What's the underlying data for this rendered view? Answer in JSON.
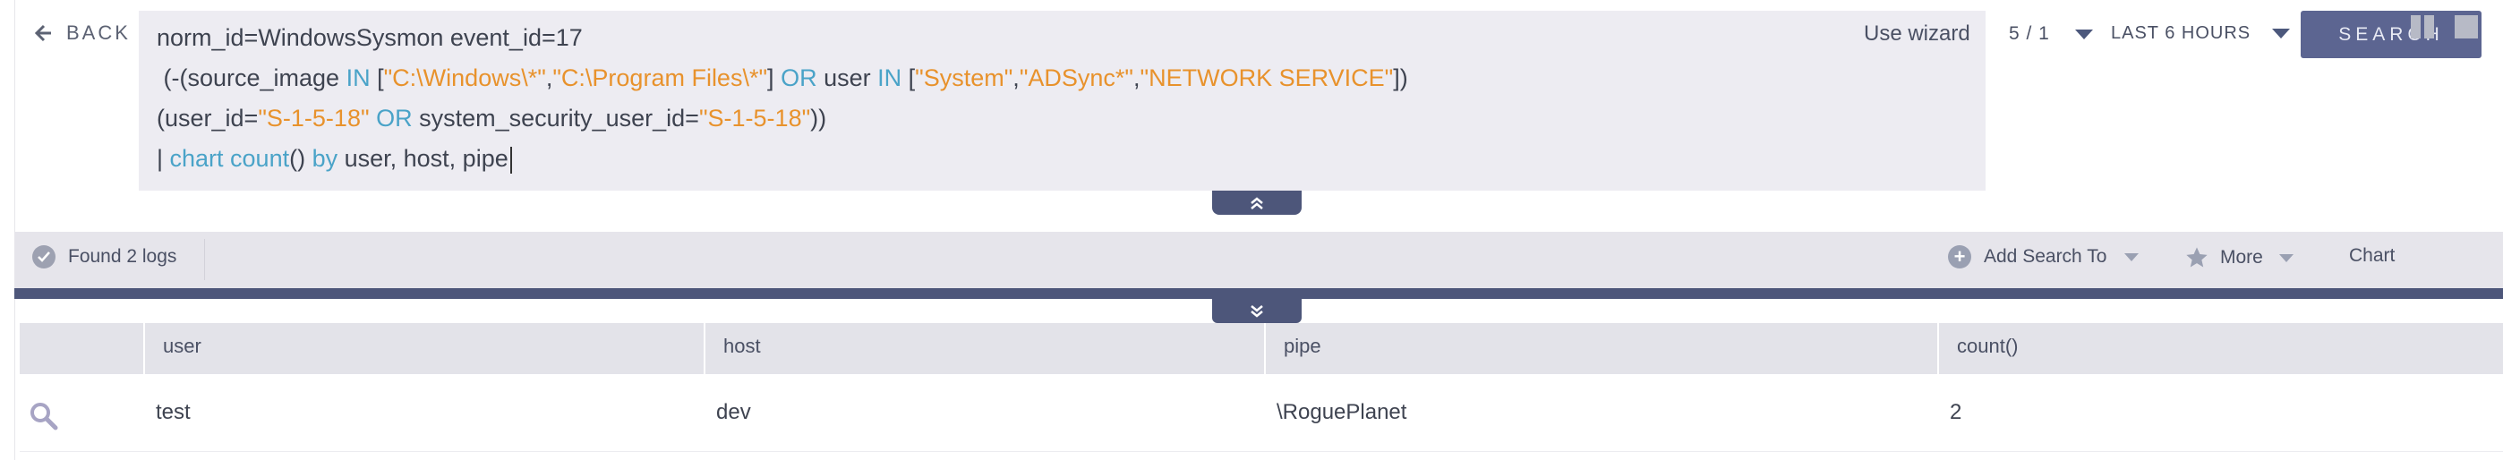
{
  "nav": {
    "back_label": "BACK"
  },
  "query": {
    "line1": "norm_id=WindowsSysmon event_id=17",
    "line2": {
      "prefix": " (-(source_image ",
      "in1": "IN",
      "b1": " [",
      "v1": "\"C:\\Windows\\*\"",
      "comma1": ",",
      "v2": "\"C:\\Program Files\\*\"",
      "b2": "] ",
      "or1": "OR",
      "mid": " user ",
      "in2": "IN",
      "b3": " [",
      "v3": "\"System\"",
      "comma2": ",",
      "v4": "\"ADSync*\"",
      "comma3": ",",
      "v5": "\"NETWORK SERVICE\"",
      "b4": "])"
    },
    "line3": {
      "prefix": "(user_id=",
      "v1": "\"S-1-5-18\"",
      "sp": " ",
      "or": "OR",
      "mid": " system_security_user_id=",
      "v2": "\"S-1-5-18\"",
      "suffix": "))"
    },
    "line4": {
      "pipe": "| ",
      "cmd": "chart count",
      "paren": "() ",
      "by": "by",
      "fields": " user, host, pipe"
    }
  },
  "controls": {
    "use_wizard": "Use wizard",
    "pager": "5 / 1",
    "time_range": "LAST 6 HOURS",
    "search_button": "SEARCH"
  },
  "toolbar": {
    "found": "Found 2 logs",
    "add_search_to": "Add Search To",
    "more": "More",
    "chart": "Chart"
  },
  "table": {
    "headers": [
      "",
      "user",
      "host",
      "pipe",
      "count()"
    ],
    "rows": [
      {
        "user": "test",
        "host": "dev",
        "pipe": "\\RoguePlanet",
        "count": "2"
      }
    ]
  },
  "colors": {
    "accent": "#5c6591",
    "keyword": "#4aa3c8",
    "string": "#e8922c",
    "bar": "#4d567a"
  }
}
